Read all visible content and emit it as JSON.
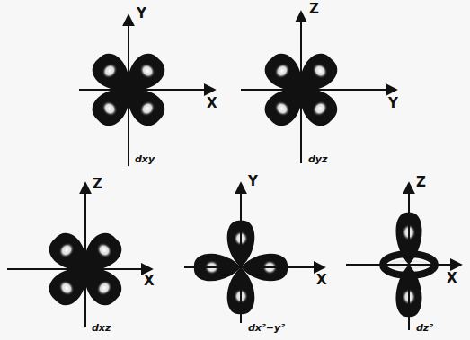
{
  "diagram": {
    "labels": [
      "Y",
      "X",
      "dxy",
      "Z",
      "Y",
      "dyz",
      "Z",
      "X",
      "dxz",
      "Y",
      "X",
      "dx²−y²",
      "Z",
      "X",
      "dz²"
    ]
  }
}
